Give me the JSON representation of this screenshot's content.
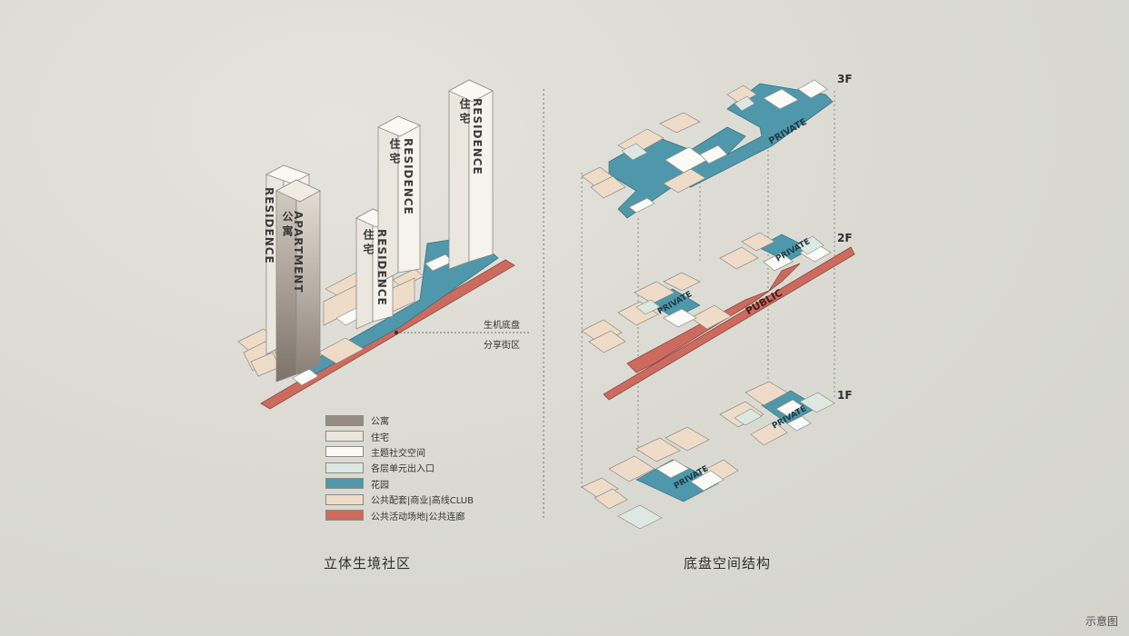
{
  "captions": {
    "left": "立体生境社区",
    "right": "底盘空间结构",
    "watermark": "示意图"
  },
  "callouts": {
    "line1": "生机底盘",
    "line2": "分享街区"
  },
  "floors": {
    "f3": "3F",
    "f2": "2F",
    "f1": "1F"
  },
  "zone_labels": {
    "private": "PRIVATE",
    "public": "PUBLIC"
  },
  "tower_labels": {
    "residence_en": "RESIDENCE",
    "residence_cn": "住宅",
    "apartment_en": "APARTMENT",
    "apartment_cn": "公寓"
  },
  "legend": [
    {
      "label": "公寓",
      "color": "#958c83"
    },
    {
      "label": "住宅",
      "color": "#ece7de"
    },
    {
      "label": "主题社交空间",
      "color": "#fafaf7"
    },
    {
      "label": "各层单元出入口",
      "color": "#dde8e2"
    },
    {
      "label": "花园",
      "color": "#4f98ab"
    },
    {
      "label": "公共配套|商业|高线CLUB",
      "color": "#efdcc8"
    },
    {
      "label": "公共活动场地|公共连廊",
      "color": "#cd6a5e"
    }
  ]
}
